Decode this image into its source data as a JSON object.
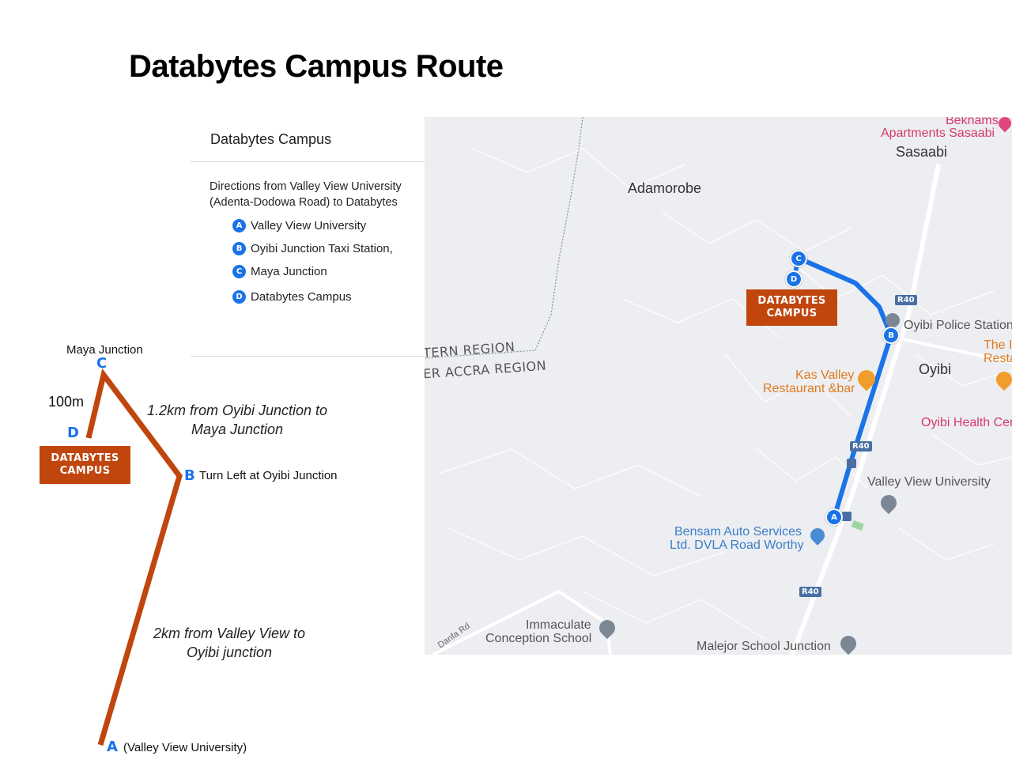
{
  "page_title": "Databytes Campus Route",
  "panel": {
    "title": "Databytes Campus",
    "directions_line1": "Directions from Valley View University",
    "directions_line2": "(Adenta-Dodowa Road) to Databytes",
    "stops": [
      {
        "letter": "A",
        "label": "Valley View University"
      },
      {
        "letter": "B",
        "label": "Oyibi Junction Taxi Station,"
      },
      {
        "letter": "C",
        "label": "Maya Junction"
      },
      {
        "letter": "D",
        "label": "Databytes Campus"
      }
    ]
  },
  "diagram": {
    "maya_label": "Maya Junction",
    "distance_short": "100m",
    "seg_bc_line1": "1.2km from Oyibi Junction to",
    "seg_bc_line2": "Maya Junction",
    "turn_label": "Turn Left at Oyibi Junction",
    "seg_ab_line1": "2km from Valley View to",
    "seg_ab_line2": "Oyibi junction",
    "start_label": "(Valley View University)",
    "letters": {
      "a": "A",
      "b": "B",
      "c": "C",
      "d": "D"
    },
    "campus_line1": "DATABYTES",
    "campus_line2": "CAMPUS",
    "route_color": "#c0460e"
  },
  "map": {
    "labels": {
      "adamorobe": "Adamorobe",
      "sasaabi": "Sasaabi",
      "oyibi": "Oyibi",
      "region1": "TERN REGION",
      "region2": "ER ACCRA REGION",
      "beknams1": "Beknams",
      "beknams2": "Apartments Sasaabi",
      "police": "Oyibi Police Station",
      "the_rest1": "The I",
      "the_rest2": "Resta",
      "kas1": "Kas Valley",
      "kas2": "Restaurant &bar",
      "health": "Oyibi Health Cer",
      "vvu": "Valley View University",
      "bensam1": "Bensam Auto Services",
      "bensam2": "Ltd. DVLA Road Worthy",
      "immaculate1": "Immaculate",
      "immaculate2": "Conception School",
      "malejor": "Malejor School Junction",
      "danfa": "Danfa Rd",
      "r40": "R40",
      "r40_mid": "R40"
    },
    "pins": [
      "A",
      "B",
      "C",
      "D"
    ],
    "campus_line1": "DATABYTES",
    "campus_line2": "CAMPUS",
    "route_color": "#1a73e8"
  }
}
